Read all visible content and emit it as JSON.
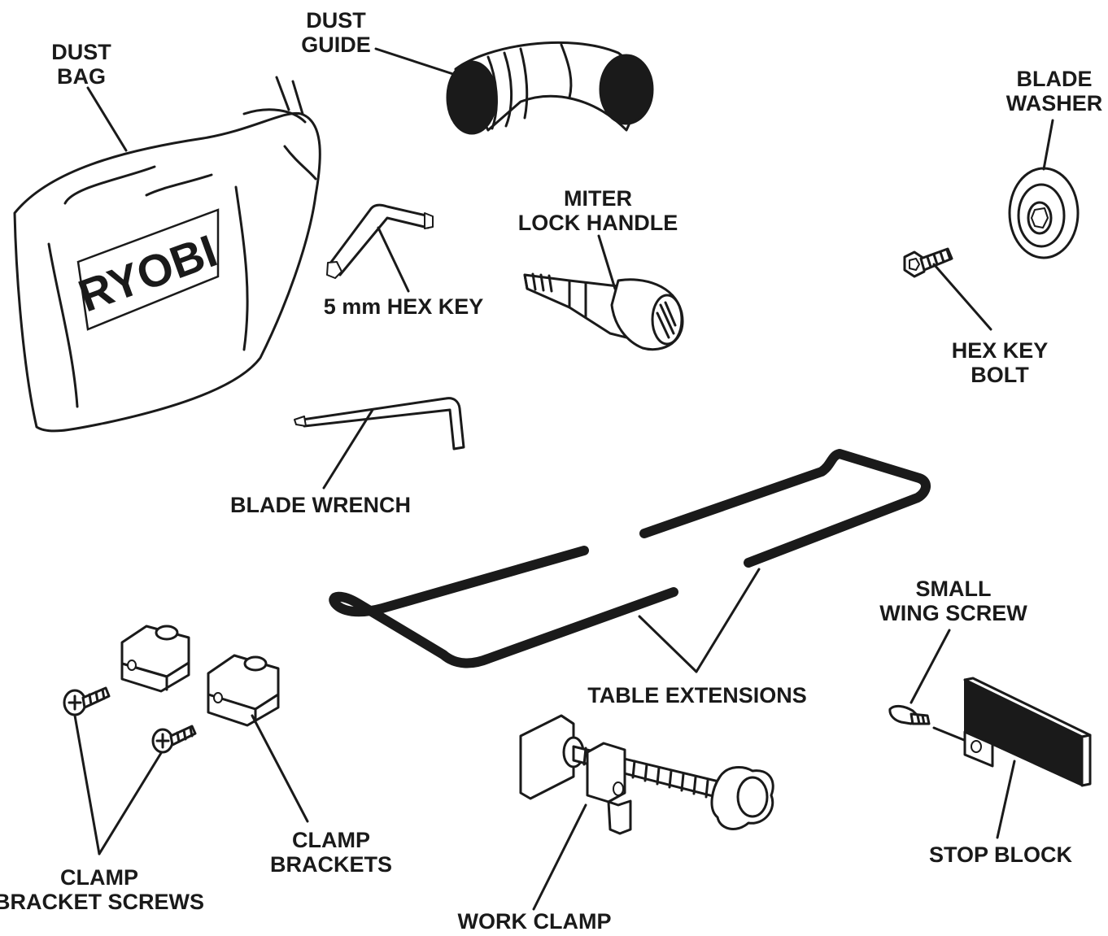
{
  "labels": {
    "dust_bag": [
      "DUST",
      "BAG"
    ],
    "dust_guide": [
      "DUST",
      "GUIDE"
    ],
    "blade_washer": [
      "BLADE",
      "WASHER"
    ],
    "hex_key": "5 mm HEX KEY",
    "miter_lock_handle": [
      "MITER",
      "LOCK HANDLE"
    ],
    "hex_key_bolt": [
      "HEX KEY",
      "BOLT"
    ],
    "blade_wrench": "BLADE WRENCH",
    "table_extensions": "TABLE EXTENSIONS",
    "small_wing_screw": [
      "SMALL",
      "WING SCREW"
    ],
    "clamp_brackets": [
      "CLAMP",
      "BRACKETS"
    ],
    "clamp_bracket_screws": [
      "CLAMP",
      "BRACKET SCREWS"
    ],
    "work_clamp": "WORK CLAMP",
    "stop_block": "STOP BLOCK"
  },
  "brand_logo": "RYOBI",
  "colors": {
    "ink": "#1a1a1a",
    "background": "#ffffff"
  }
}
